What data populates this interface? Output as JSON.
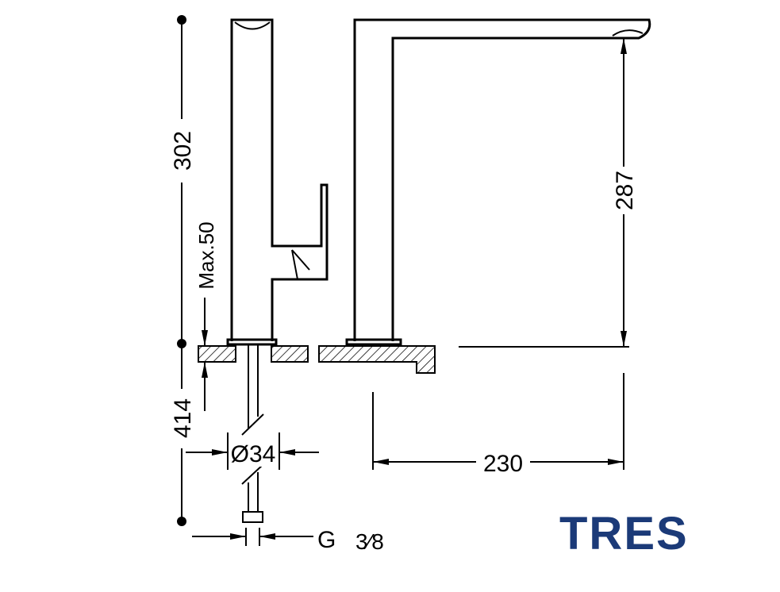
{
  "dimensions": {
    "total_height": "302",
    "max_counter": "Max.50",
    "hose_length": "414",
    "hole_diameter": "Ø34",
    "thread_letter": "G",
    "thread_size": "3⁄8",
    "spout_height": "287",
    "spout_reach": "230"
  },
  "brand": {
    "name": "TRES",
    "color": "#1b3a78"
  }
}
